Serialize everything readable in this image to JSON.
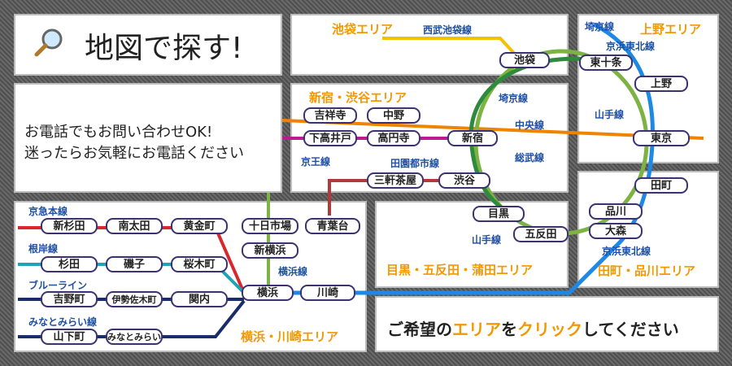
{
  "title": "地図で探す!",
  "contact": {
    "line1": "お電話でもお問い合わせOK!",
    "line2": "迷ったらお気軽にお電話ください"
  },
  "cta": {
    "prefix": "ご希望の",
    "em1": "エリア",
    "mid": "を",
    "em2": "クリック",
    "suffix": "してください"
  },
  "areas": {
    "ikebukuro": "池袋エリア",
    "ueno": "上野エリア",
    "shinjuku": "新宿・渋谷エリア",
    "meguro": "目黒・五反田・蒲田エリア",
    "tamachi": "田町・品川エリア",
    "yokohama": "横浜・川崎エリア"
  },
  "lines": {
    "seibu_ikebukuro": "西武池袋線",
    "saikyo_top": "埼京線",
    "keihin_top": "京浜東北線",
    "yamanote_right": "山手線",
    "saikyo_mid": "埼京線",
    "chuo": "中央線",
    "sobu": "総武線",
    "keio": "京王線",
    "denentoshi": "田園都市線",
    "keikyu": "京急本線",
    "negishi": "根岸線",
    "blueline": "ブルーライン",
    "minatomirai": "みなとみらい線",
    "yokohama_line": "横浜線",
    "yamanote_bottom": "山手線",
    "keihin_bottom": "京浜東北線"
  },
  "stations": {
    "ikebukuro": "池袋",
    "higashi_jujo": "東十条",
    "ueno": "上野",
    "tokyo": "東京",
    "tamachi": "田町",
    "shinagawa": "品川",
    "omori": "大森",
    "kichijoji": "吉祥寺",
    "nakano": "中野",
    "shimotakaido": "下高井戸",
    "koenji": "高円寺",
    "shinjuku": "新宿",
    "sangenjaya": "三軒茶屋",
    "shibuya": "渋谷",
    "meguro": "目黒",
    "gotanda": "五反田",
    "tokaichiba": "十日市場",
    "aobadai": "青葉台",
    "shin_yokohama": "新横浜",
    "yokohama": "横浜",
    "kawasaki": "川崎",
    "shinsugita": "新杉田",
    "minamiota": "南太田",
    "koganecho": "黄金町",
    "sugita": "杉田",
    "isogo": "磯子",
    "sakuragicho": "桜木町",
    "yoshinocho": "吉野町",
    "isezakichojamachi": "伊勢佐木町",
    "kannai": "関内",
    "yamashitacho": "山下町",
    "minatomirai": "みなとみらい"
  },
  "colors": {
    "yamanote": "#7cb342",
    "saikyo": "#2e8b3d",
    "keihin": "#1e88e5",
    "seibu": "#f2c200",
    "chuo": "#f08300",
    "keio": "#c0198f",
    "keikyu": "#d9272e",
    "negishi": "#20a3b5",
    "blueline": "#1a2d6b",
    "minatomirai": "#1a2d6b",
    "yokohama": "#7cb342",
    "denentoshi": "#b33a3a",
    "area": "#f39800",
    "label": "#1d4fa3"
  }
}
